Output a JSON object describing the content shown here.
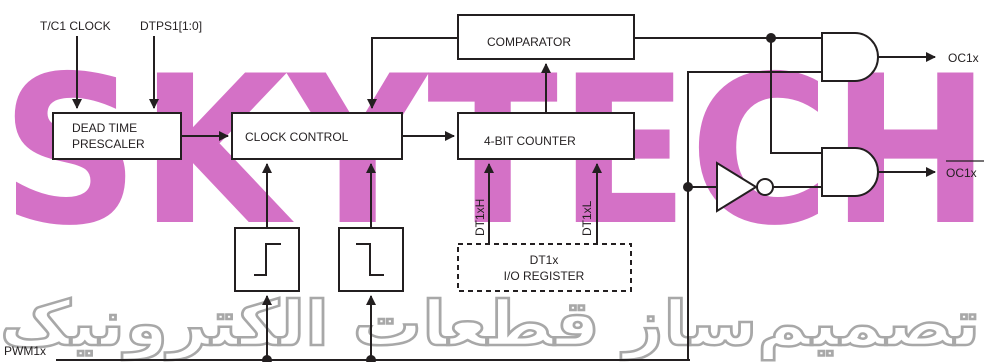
{
  "watermark": {
    "brand": "SKYTECH",
    "arabic_text": "تصمیم‌ساز قطعات الکترونیک",
    "brand_color": "#c43bb0",
    "arabic_color": "#9a9a9a"
  },
  "colors": {
    "line": "#231f20",
    "background": "#ffffff"
  },
  "inputs": {
    "clock": "T/C1 CLOCK",
    "dtps": "DTPS1[1:0]",
    "pwm": "PWM1x"
  },
  "blocks": {
    "prescaler_line1": "DEAD TIME",
    "prescaler_line2": "PRESCALER",
    "clock_control": "CLOCK CONTROL",
    "counter": "4-BIT COUNTER",
    "comparator": "COMPARATOR",
    "register_line1": "DT1x",
    "register_line2": "I/O REGISTER",
    "edge_rising_icon": "rising-edge-detector-icon",
    "edge_falling_icon": "falling-edge-detector-icon"
  },
  "signals": {
    "dt_high": "DT1xH",
    "dt_low": "DT1xL"
  },
  "outputs": {
    "oc": "OC1x",
    "oc_inverted": "OC1x"
  }
}
